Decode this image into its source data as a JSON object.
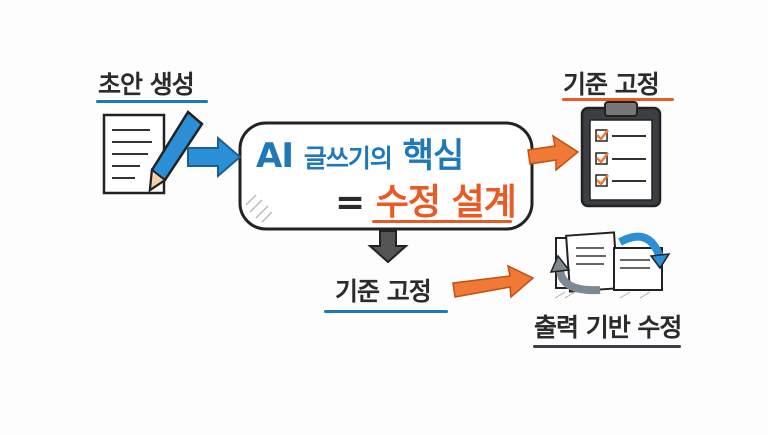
{
  "labels": {
    "draft": "초안 생성",
    "criteria_top": "기준 고정",
    "criteria_bottom": "기준 고정",
    "output_revision": "출력 기반 수정"
  },
  "center_box": {
    "prefix": "AI",
    "middle": "글쓰기의",
    "suffix": "핵심",
    "equals": "=",
    "highlight": "수정 설계"
  },
  "colors": {
    "blue": "#1f79b8",
    "orange": "#ea5a24",
    "dark": "#2b2b2b"
  }
}
